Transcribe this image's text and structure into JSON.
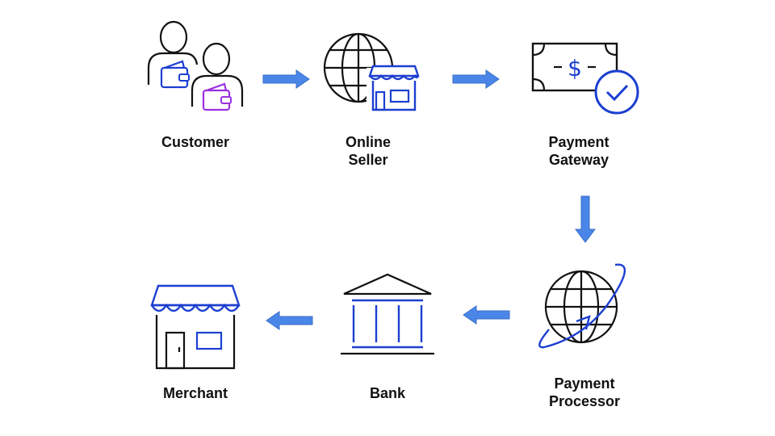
{
  "nodes": {
    "customer": {
      "label_lines": [
        "Customer"
      ],
      "icon": "customer-wallet-icon"
    },
    "online_seller": {
      "label_lines": [
        "Online",
        "Seller"
      ],
      "icon": "globe-storefront-icon"
    },
    "payment_gateway": {
      "label_lines": [
        "Payment",
        "Gateway"
      ],
      "icon": "banknote-check-icon"
    },
    "payment_processor": {
      "label_lines": [
        "Payment",
        "Processor"
      ],
      "icon": "globe-orbit-icon"
    },
    "bank": {
      "label_lines": [
        "Bank"
      ],
      "icon": "bank-building-icon"
    },
    "merchant": {
      "label_lines": [
        "Merchant"
      ],
      "icon": "merchant-store-icon"
    }
  },
  "flow": [
    {
      "from": "Customer",
      "to": "Online Seller"
    },
    {
      "from": "Online Seller",
      "to": "Payment Gateway"
    },
    {
      "from": "Payment Gateway",
      "to": "Payment Processor"
    },
    {
      "from": "Payment Processor",
      "to": "Bank"
    },
    {
      "from": "Bank",
      "to": "Merchant"
    }
  ],
  "colors": {
    "arrow": "#4a86e8",
    "icon_stroke": "#111111",
    "accent_blue": "#1c3fd1",
    "accent_purple": "#9b30e0"
  }
}
